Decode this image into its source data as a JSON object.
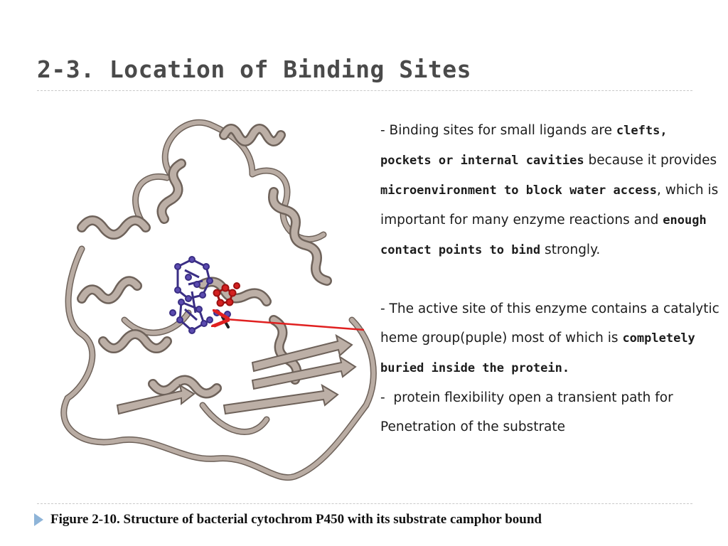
{
  "slide": {
    "title": "2-3. Location of Binding Sites",
    "caption": "Figure 2-10. Structure of bacterial cytochrom P450 with its substrate camphor bound"
  },
  "body": {
    "p1_a": "- Binding sites for small ligands are ",
    "p1_b": "clefts, pockets or internal cavities",
    "p1_c": " because  it provides ",
    "p1_d": "microenvironment to block water access",
    "p1_e": ", which is important for many enzyme reactions and ",
    "p1_f": "enough contact points to bind",
    "p1_g": " strongly.",
    "p2_a": "- The active site of this enzyme contains a catalytic heme group(puple) most of which is ",
    "p2_b": "completely buried inside the protein.",
    "p3": "-  protein flexibility open a transient path for Penetration of the substrate"
  },
  "colors": {
    "ribbon": "#b9aca3",
    "ribbon_edge": "#6e625a",
    "heme": "#4b3e9c",
    "camphor": "#c81e1e",
    "arrow": "#e02020",
    "bullet": "#8eb4d8"
  },
  "icons": {
    "caption_bullet": "triangle-bullet-icon"
  }
}
